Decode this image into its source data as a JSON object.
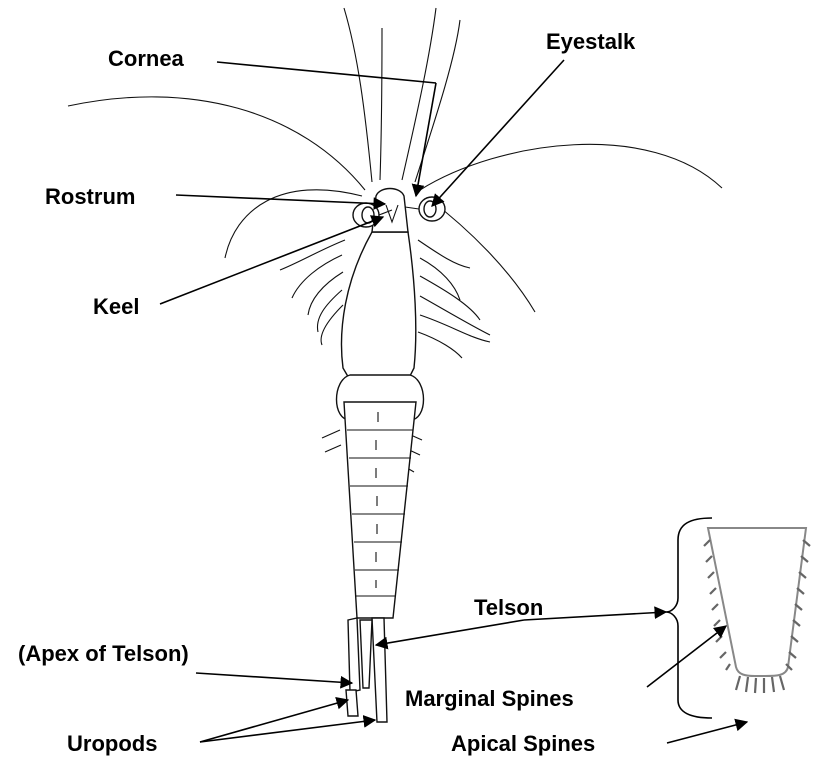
{
  "labels": {
    "cornea": "Cornea",
    "eyestalk": "Eyestalk",
    "rostrum": "Rostrum",
    "keel": "Keel",
    "apex_of_telson": "(Apex of Telson)",
    "telson": "Telson",
    "marginal_spines": "Marginal Spines",
    "uropods": "Uropods",
    "apical_spines": "Apical Spines"
  }
}
